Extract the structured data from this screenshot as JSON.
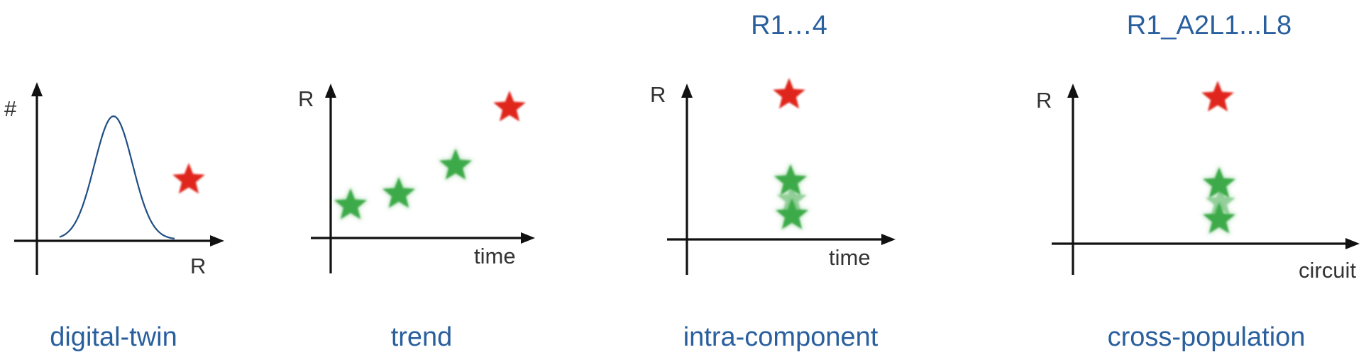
{
  "colors": {
    "caption": "#2a5f9e",
    "axis": "#111111",
    "axis_label": "#333333",
    "curve": "#1f4e85",
    "red_star": "#e0261d",
    "green_star": "#3daa4a"
  },
  "panels": [
    {
      "caption": "digital-twin",
      "header": "",
      "y_label": "#",
      "x_label": "R",
      "curve": "gaussian",
      "stars": [
        {
          "color": "red-star",
          "icon": "star-icon"
        }
      ]
    },
    {
      "caption": "trend",
      "header": "",
      "y_label": "R",
      "x_label": "time",
      "stars": [
        {
          "color": "green-star",
          "icon": "star-icon"
        },
        {
          "color": "green-star",
          "icon": "star-icon"
        },
        {
          "color": "green-star",
          "icon": "star-icon"
        },
        {
          "color": "red-star",
          "icon": "star-icon"
        }
      ]
    },
    {
      "caption": "intra-component",
      "header": "R1…4",
      "y_label": "R",
      "x_label": "time",
      "stars": [
        {
          "color": "red-star",
          "icon": "star-icon"
        },
        {
          "color": "green-star",
          "icon": "star-icon"
        },
        {
          "color": "green-star",
          "icon": "star-icon"
        },
        {
          "color": "green-star",
          "icon": "star-icon"
        }
      ]
    },
    {
      "caption": "cross-population",
      "header": "R1_A2L1...L8",
      "y_label": "R",
      "x_label": "circuit",
      "stars": [
        {
          "color": "red-star",
          "icon": "star-icon"
        },
        {
          "color": "green-star",
          "icon": "star-icon"
        },
        {
          "color": "green-star",
          "icon": "star-icon"
        },
        {
          "color": "green-star",
          "icon": "star-icon"
        }
      ]
    }
  ]
}
